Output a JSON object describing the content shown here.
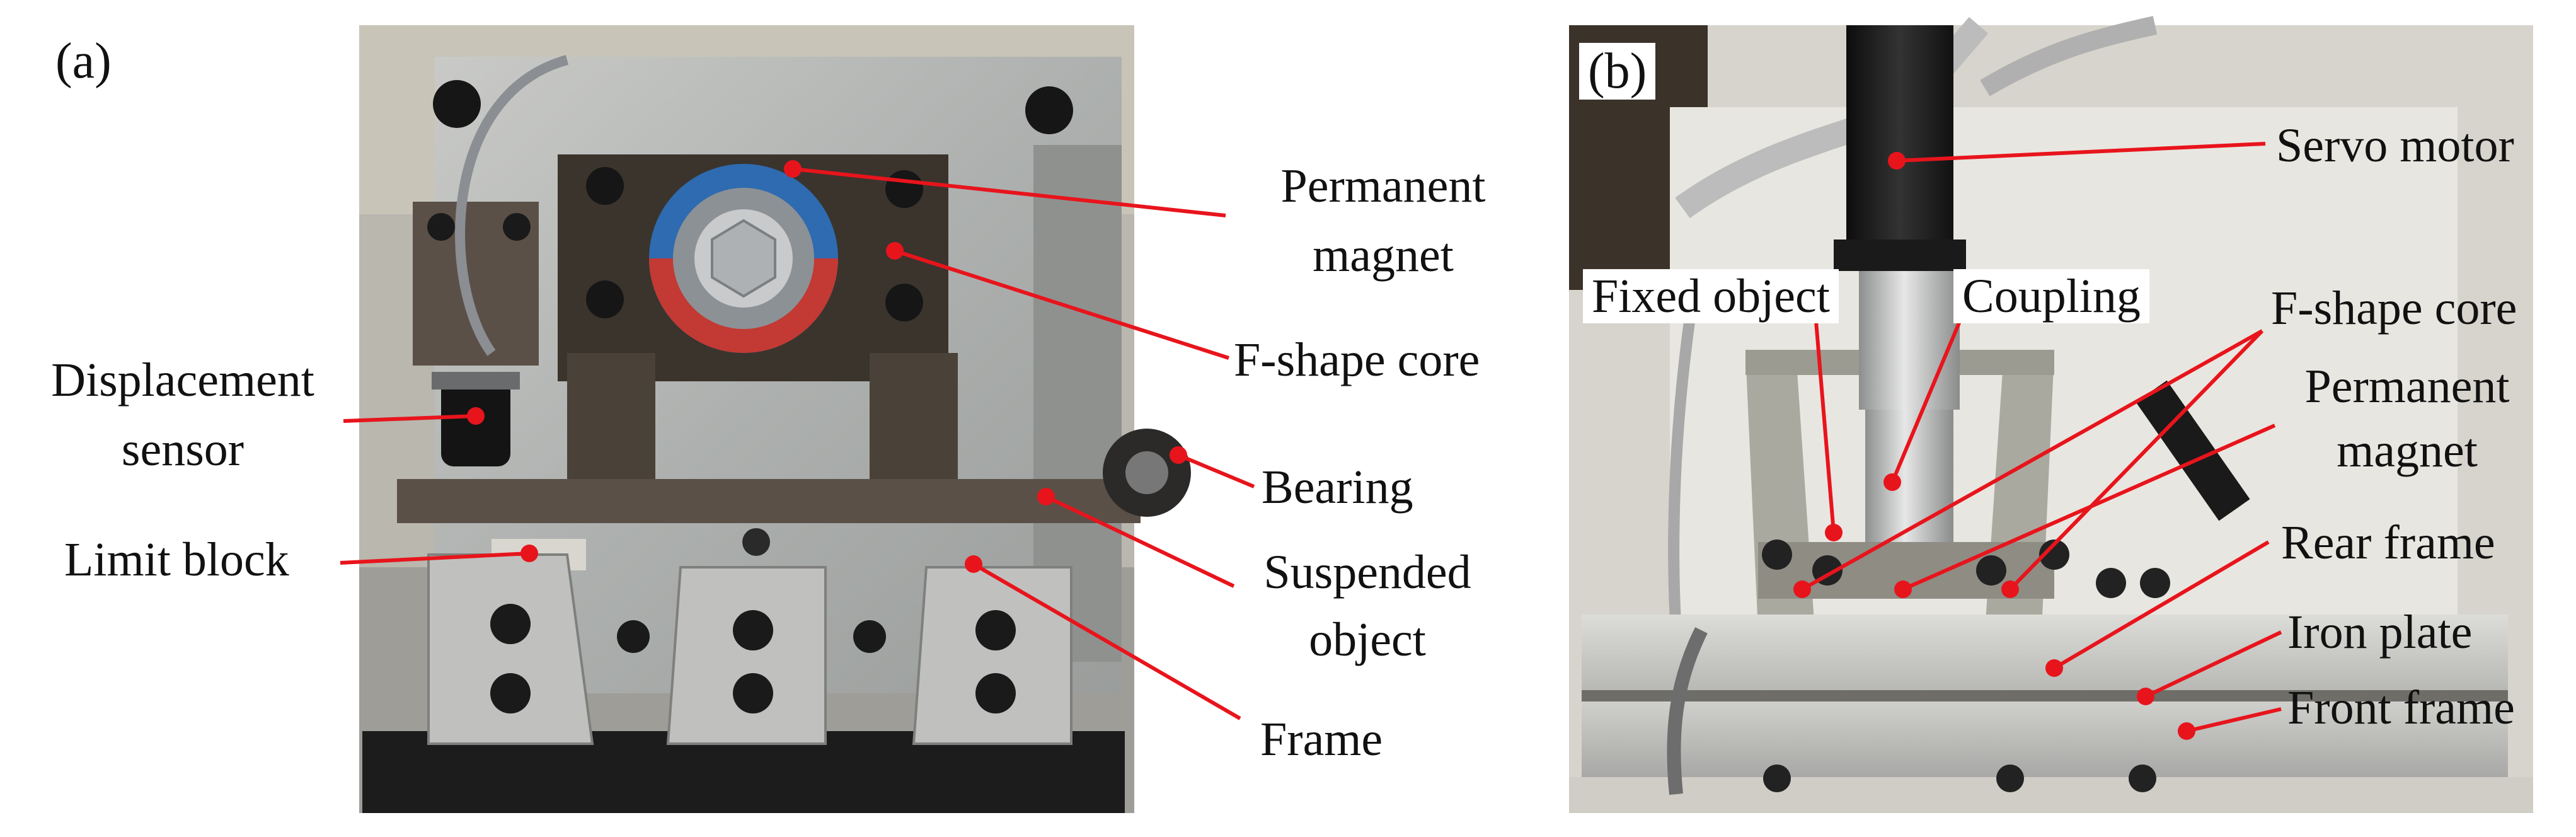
{
  "panels": [
    {
      "letter": "(a)",
      "labels": {
        "permanent_magnet_1": "Permanent",
        "permanent_magnet_2": "magnet",
        "f_shape_core": "F-shape core",
        "displacement_sensor_1": "Displacement",
        "displacement_sensor_2": "sensor",
        "bearing": "Bearing",
        "limit_block": "Limit block",
        "suspended_object_1": "Suspended",
        "suspended_object_2": "object",
        "frame": "Frame"
      }
    },
    {
      "letter": "(b)",
      "labels": {
        "servo_motor": "Servo motor",
        "fixed_object": "Fixed object",
        "coupling": "Coupling",
        "f_shape_core": "F-shape core",
        "permanent_magnet_1": "Permanent",
        "permanent_magnet_2": "magnet",
        "rear_frame": "Rear frame",
        "iron_plate": "Iron plate",
        "front_frame": "Front frame"
      }
    }
  ],
  "colors": {
    "leader_line": "#e8141c",
    "marker_dot": "#e8141c",
    "text": "#111111"
  }
}
